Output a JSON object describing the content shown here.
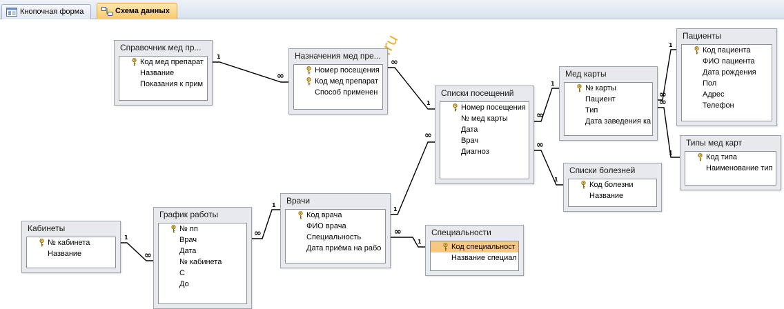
{
  "tabs": [
    {
      "label": "Кнопочная форма",
      "active": false
    },
    {
      "label": "Схема данных",
      "active": true
    }
  ],
  "tables": [
    {
      "id": "spravochnik",
      "title": "Справочник мед пр...",
      "fields": [
        {
          "name": "Код мед препарат",
          "key": true
        },
        {
          "name": "Название",
          "key": false
        },
        {
          "name": "Показания к прим",
          "key": false
        }
      ]
    },
    {
      "id": "naznacheniya",
      "title": "Назначения мед пре...",
      "fields": [
        {
          "name": "Номер посещения",
          "key": true
        },
        {
          "name": "Код мед препарат",
          "key": true
        },
        {
          "name": "Способ применен",
          "key": false
        }
      ]
    },
    {
      "id": "spiski_pos",
      "title": "Списки посещений",
      "fields": [
        {
          "name": "Номер посещения",
          "key": true
        },
        {
          "name": "№ мед карты",
          "key": false
        },
        {
          "name": "Дата",
          "key": false
        },
        {
          "name": "Врач",
          "key": false
        },
        {
          "name": "Диагноз",
          "key": false
        }
      ]
    },
    {
      "id": "med_karty",
      "title": "Мед карты",
      "fields": [
        {
          "name": "№ карты",
          "key": true
        },
        {
          "name": "Пациент",
          "key": false
        },
        {
          "name": "Тип",
          "key": false
        },
        {
          "name": "Дата заведения ка",
          "key": false
        }
      ]
    },
    {
      "id": "pacienty",
      "title": "Пациенты",
      "fields": [
        {
          "name": "Код пациента",
          "key": true
        },
        {
          "name": "ФИО пациента",
          "key": false
        },
        {
          "name": "Дата рождения",
          "key": false
        },
        {
          "name": "Пол",
          "key": false
        },
        {
          "name": "Адрес",
          "key": false
        },
        {
          "name": "Телефон",
          "key": false
        }
      ]
    },
    {
      "id": "tipy",
      "title": "Типы мед карт",
      "fields": [
        {
          "name": "Код типа",
          "key": true
        },
        {
          "name": "Наименование тип",
          "key": false
        }
      ]
    },
    {
      "id": "bolezni",
      "title": "Списки болезней",
      "fields": [
        {
          "name": "Код болезни",
          "key": true
        },
        {
          "name": "Название",
          "key": false
        }
      ]
    },
    {
      "id": "vrachi",
      "title": "Врачи",
      "fields": [
        {
          "name": "Код врача",
          "key": true
        },
        {
          "name": "ФИО врача",
          "key": false
        },
        {
          "name": "Специальность",
          "key": false
        },
        {
          "name": "Дата приёма на рабо",
          "key": false
        }
      ]
    },
    {
      "id": "specialnosti",
      "title": "Специальности",
      "fields": [
        {
          "name": "Код специальност",
          "key": true,
          "selected": true
        },
        {
          "name": "Название специал",
          "key": false
        }
      ]
    },
    {
      "id": "grafik",
      "title": "График работы",
      "fields": [
        {
          "name": "№ пп",
          "key": true
        },
        {
          "name": "Врач",
          "key": false
        },
        {
          "name": "Дата",
          "key": false
        },
        {
          "name": "№ кабинета",
          "key": false
        },
        {
          "name": "С",
          "key": false
        },
        {
          "name": "До",
          "key": false
        }
      ]
    },
    {
      "id": "kabinety",
      "title": "Кабинеты",
      "fields": [
        {
          "name": "№ кабинета",
          "key": true
        },
        {
          "name": "Название",
          "key": false
        }
      ]
    }
  ],
  "relationships": [
    {
      "from": "spravochnik",
      "to": "naznacheniya",
      "from_card": "1",
      "to_card": "∞"
    },
    {
      "from": "naznacheniya",
      "to": "spiski_pos",
      "from_card": "∞",
      "to_card": "1"
    },
    {
      "from": "spiski_pos",
      "to": "med_karty",
      "from_card": "∞",
      "to_card": "1"
    },
    {
      "from": "med_karty",
      "to": "pacienty",
      "from_card": "∞",
      "to_card": "1"
    },
    {
      "from": "med_karty",
      "to": "tipy",
      "from_card": "∞",
      "to_card": "1"
    },
    {
      "from": "spiski_pos",
      "to": "bolezni",
      "from_card": "∞",
      "to_card": "1"
    },
    {
      "from": "spiski_pos",
      "to": "vrachi",
      "from_card": "∞",
      "to_card": "1"
    },
    {
      "from": "vrachi",
      "to": "specialnosti",
      "from_card": "∞",
      "to_card": "1"
    },
    {
      "from": "grafik",
      "to": "vrachi",
      "from_card": "∞",
      "to_card": "1"
    },
    {
      "from": "kabinety",
      "to": "grafik",
      "from_card": "1",
      "to_card": "∞"
    }
  ],
  "watermark": "dbforyou.ru",
  "icons": {
    "key": "key-icon",
    "tab_form": "form-icon",
    "tab_schema": "relationships-icon"
  },
  "colors": {
    "selected_field": "#f8c784",
    "active_tab": "#f8c96a",
    "watermark": "#e8b02a"
  }
}
